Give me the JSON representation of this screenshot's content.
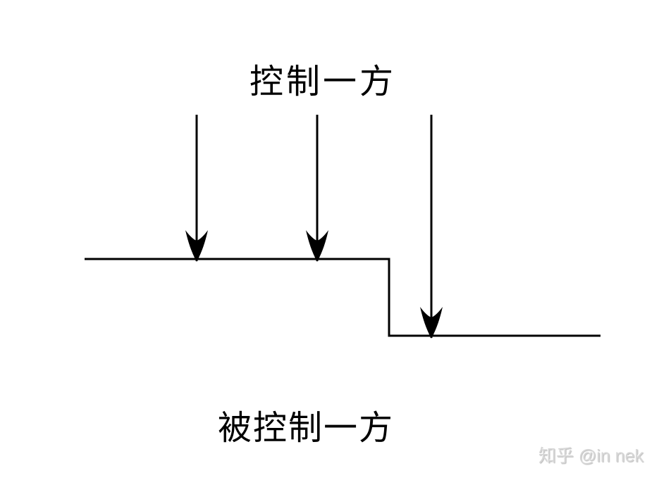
{
  "diagram": {
    "top_label": "控制一方",
    "bottom_label": "被控制一方",
    "description": "step-down control signal with three downward arrows",
    "arrow_count": 3
  },
  "watermark": {
    "text": "知乎 @in nek"
  },
  "colors": {
    "background": "#ffffff",
    "line": "#000000",
    "arrow": "#000000",
    "label_text": "#000000",
    "watermark_text": "#d6d6d6"
  }
}
